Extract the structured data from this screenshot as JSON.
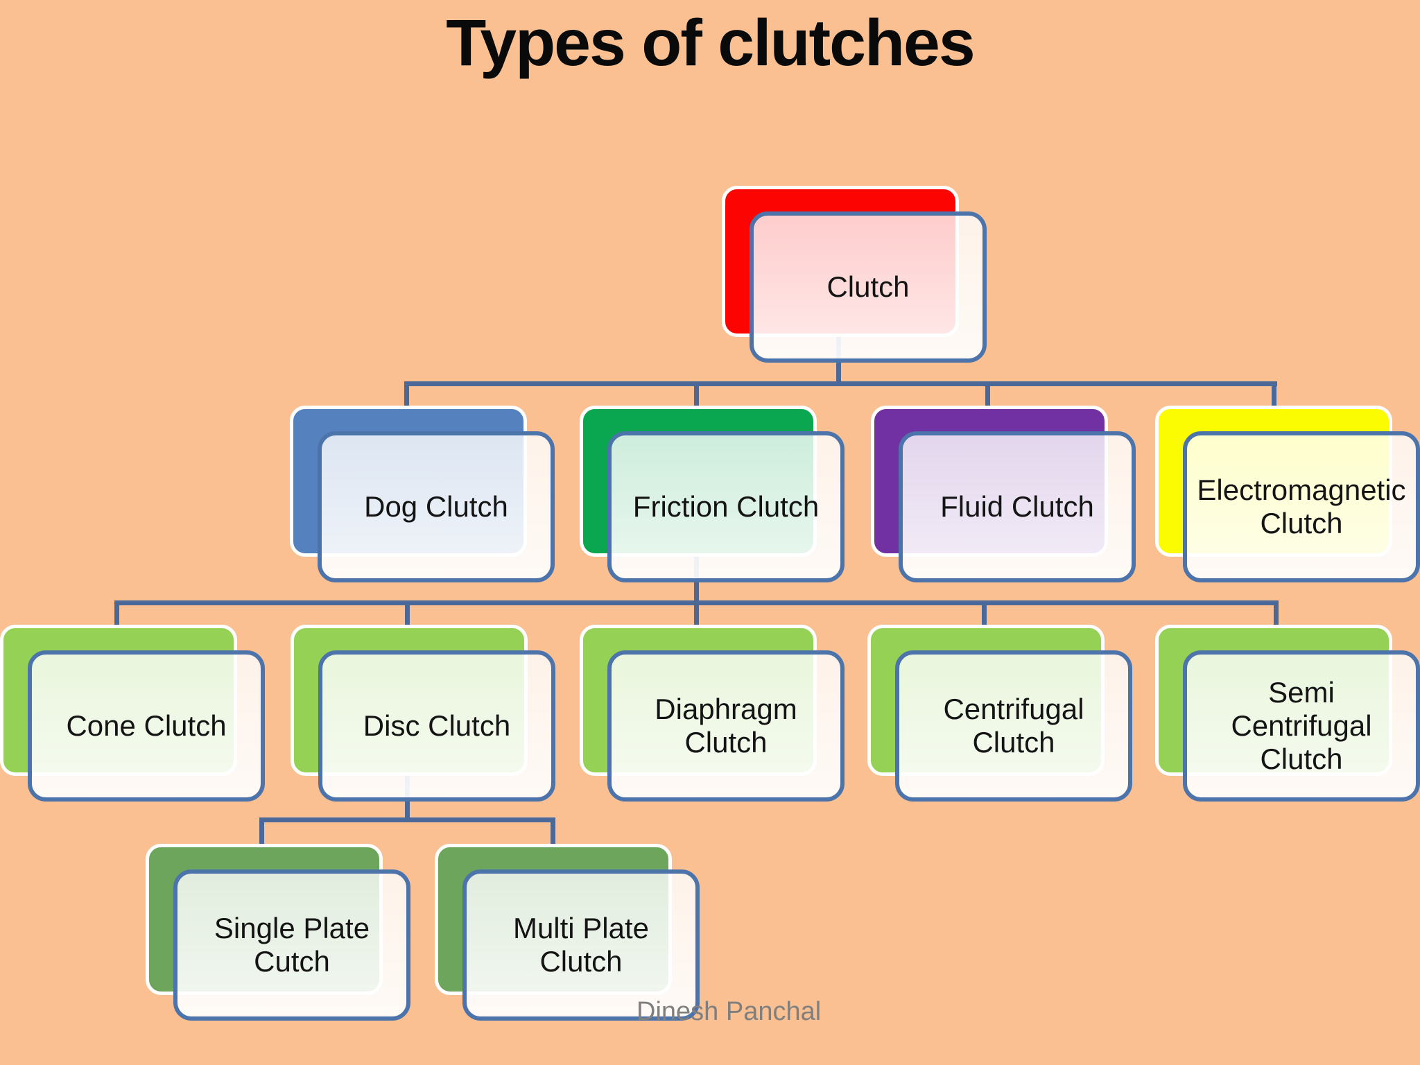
{
  "title": "Types of clutches",
  "watermark": "Dinesh Panchal",
  "colors": {
    "background": "#FAC092",
    "connector": "#4A6898",
    "node_border": "#4C74AB",
    "title_text": "#0A0A0A",
    "label_text": "#141414",
    "watermark_text": "#7F7F7F"
  },
  "nodes": {
    "root": {
      "label": "Clutch",
      "color": "#FC0402"
    },
    "level2": [
      {
        "id": "dog",
        "label": "Dog Clutch",
        "color": "#5581BE"
      },
      {
        "id": "friction",
        "label": "Friction Clutch",
        "color": "#0BA750"
      },
      {
        "id": "fluid",
        "label": "Fluid Clutch",
        "color": "#7231A3"
      },
      {
        "id": "electromagnetic",
        "label": "Electromagnetic\nClutch",
        "color": "#FBFB02"
      }
    ],
    "level3": [
      {
        "id": "cone",
        "label": "Cone Clutch",
        "color": "#94D154"
      },
      {
        "id": "disc",
        "label": "Disc Clutch",
        "color": "#94D154"
      },
      {
        "id": "diaphragm",
        "label": "Diaphragm\nClutch",
        "color": "#94D154"
      },
      {
        "id": "centrifugal",
        "label": "Centrifugal\nClutch",
        "color": "#94D154"
      },
      {
        "id": "semi_centrifugal",
        "label": "Semi\nCentrifugal\nClutch",
        "color": "#94D154"
      }
    ],
    "level4": [
      {
        "id": "single_plate",
        "label": "Single Plate\nCutch",
        "color": "#6DA55C"
      },
      {
        "id": "multi_plate",
        "label": "Multi Plate\nClutch",
        "color": "#6DA55C"
      }
    ]
  }
}
